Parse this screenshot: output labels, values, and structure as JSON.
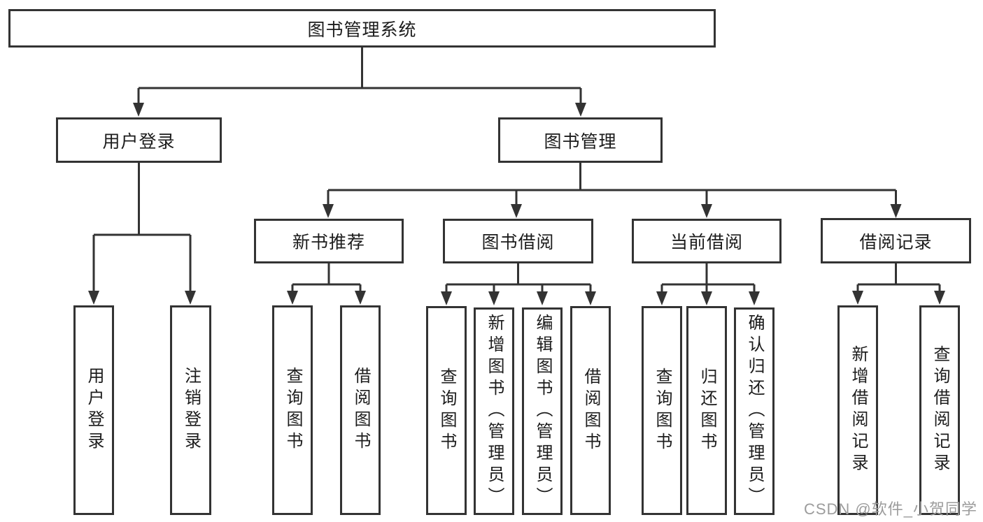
{
  "colors": {
    "background": "#ffffff",
    "line": "#333333",
    "box_border": "#333333",
    "text": "#1c1c1c",
    "watermark": "#9c9c9c"
  },
  "diagram": {
    "root": {
      "label": "图书管理系统"
    },
    "branches": [
      {
        "id": "user-login",
        "label": "用户登录",
        "children": [
          {
            "label": "用户登录"
          },
          {
            "label": "注销登录"
          }
        ]
      },
      {
        "id": "book-management",
        "label": "图书管理",
        "sections": [
          {
            "id": "new-book-recommend",
            "label": "新书推荐",
            "children": [
              {
                "label": "查询图书"
              },
              {
                "label": "借阅图书"
              }
            ]
          },
          {
            "id": "book-borrow",
            "label": "图书借阅",
            "children": [
              {
                "label": "查询图书"
              },
              {
                "label": "新增图书（管理员）"
              },
              {
                "label": "编辑图书（管理员）"
              },
              {
                "label": "借阅图书"
              }
            ]
          },
          {
            "id": "current-borrow",
            "label": "当前借阅",
            "children": [
              {
                "label": "查询图书"
              },
              {
                "label": "归还图书"
              },
              {
                "label": "确认归还（管理员）"
              }
            ]
          },
          {
            "id": "borrow-records",
            "label": "借阅记录",
            "children": [
              {
                "label": "新增借阅记录"
              },
              {
                "label": "查询借阅记录"
              }
            ]
          }
        ]
      }
    ]
  },
  "watermark": {
    "text": "CSDN @软件_小贺同学"
  }
}
